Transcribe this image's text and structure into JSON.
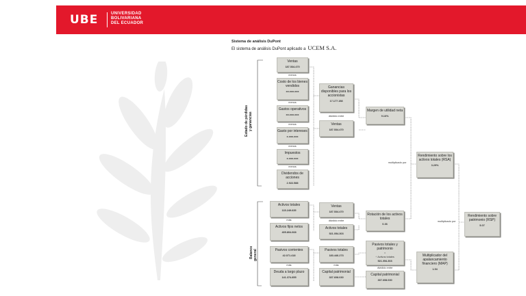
{
  "header": {
    "logo": "UBE",
    "university_lines": [
      "UNIVERSIDAD",
      "BOLIVARIANA",
      "DEL ECUADOR"
    ]
  },
  "titles": {
    "heading": "Sistema de análisis DuPont",
    "subtitle": "El sistema de análisis DuPont aplicado a",
    "company": "UCEM S.A."
  },
  "side_labels": {
    "income": "Estado de pérdidas\ny ganancias",
    "balance": "Balance\ngeneral"
  },
  "boxes": {
    "ventas": {
      "label": "Ventas",
      "value": "187.534.470"
    },
    "costo": {
      "label": "Costo de los bienes vendidos",
      "value": "xx.xxx.xxx"
    },
    "gastos": {
      "label": "Gastos operativos",
      "value": "xx.xxx.xxx"
    },
    "gasto_intereses": {
      "label": "Gasto por intereses",
      "value": "x.xxx.xxx"
    },
    "impuestos": {
      "label": "Impuestos",
      "value": "x.xxx.xxx"
    },
    "dividendos": {
      "label": "Dividendos de acciones",
      "value": "2.922.588"
    },
    "ganancias": {
      "label": "Ganancias disponibles para los accionistas",
      "value": "17.177.158"
    },
    "ventas2": {
      "label": "Ventas",
      "value": "187.534.470"
    },
    "margen": {
      "label": "Margen de utilidad neta",
      "value": "9.16%"
    },
    "rsa": {
      "label": "Rendimiento sobre los activos totales (RSA)",
      "value": "3.29%"
    },
    "rsp": {
      "label": "Rendimiento sobre patrimonio (RSP)",
      "value": "5.07"
    },
    "activos_totales": {
      "label": "Activos totales",
      "value": "115.249.635"
    },
    "activos_fijos": {
      "label": "Activos fijos netos",
      "value": "405.804.668"
    },
    "ventas3": {
      "label": "Ventas",
      "value": "187.534.470"
    },
    "activos_totales2": {
      "label": "Activos totales",
      "value": "521.054.303"
    },
    "rotacion": {
      "label": "Rotación de los activos totales",
      "value": "0.36"
    },
    "pasivos_corrientes": {
      "label": "Pasivos corrientes",
      "value": "42.071.418"
    },
    "deuda_lp": {
      "label": "Deuda a largo plazo",
      "value": "141.374.855"
    },
    "pasivos_totales": {
      "label": "Pasivos totales",
      "value": "183.446.273"
    },
    "capital": {
      "label": "Capital patrimonial",
      "value": "337.608.030"
    },
    "pasivos_patrimonio": {
      "label": "Pasivos totales y patrimonio",
      "value": "521.054.303"
    },
    "capital2": {
      "label": "Capital patrimonial",
      "value": "337.608.030"
    },
    "map": {
      "label": "Multiplicador del apalancamiento financiero (MAP)",
      "value": "1.54"
    }
  },
  "operators": {
    "menos": "menos",
    "mas": "más",
    "dividido": "dividido entre",
    "multiplicado": "multiplicado por",
    "igual": "=",
    "dividido_activos": "÷ Activos totales"
  }
}
